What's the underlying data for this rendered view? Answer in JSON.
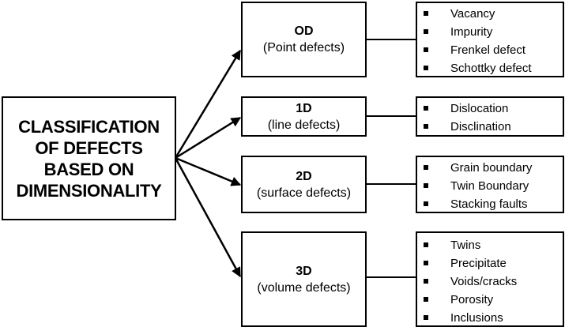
{
  "root": {
    "title": "CLASSIFICATION\nOF DEFECTS\nBASED ON\nDIMENSIONALITY"
  },
  "categories": [
    {
      "code": "OD",
      "description": "(Point defects)",
      "items": [
        "Vacancy",
        "Impurity",
        "Frenkel defect",
        "Schottky defect"
      ]
    },
    {
      "code": "1D",
      "description": "(line defects)",
      "items": [
        "Dislocation",
        "Disclination"
      ]
    },
    {
      "code": "2D",
      "description": "(surface defects)",
      "items": [
        "Grain boundary",
        "Twin Boundary",
        "Stacking faults"
      ]
    },
    {
      "code": "3D",
      "description": "(volume defects)",
      "items": [
        "Twins",
        "Precipitate",
        "Voids/cracks",
        "Porosity",
        "Inclusions"
      ]
    }
  ]
}
